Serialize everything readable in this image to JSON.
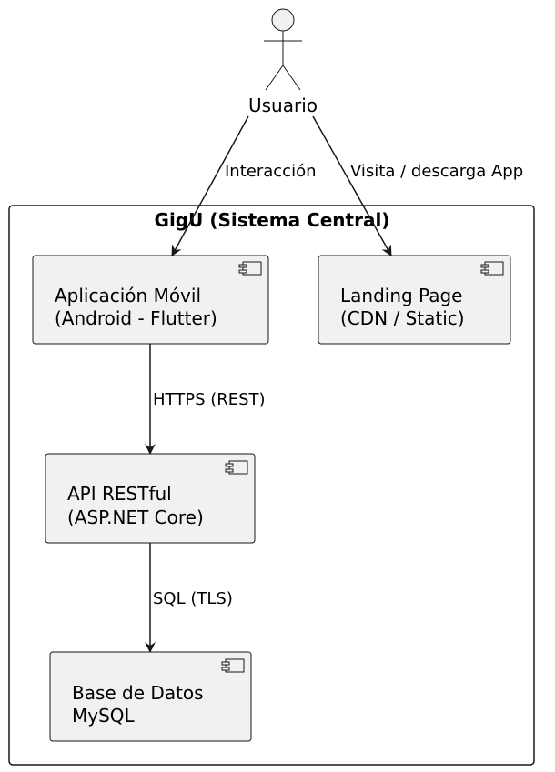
{
  "actor": {
    "label": "Usuario"
  },
  "system": {
    "title": "GigU (Sistema Central)"
  },
  "components": {
    "mobile": {
      "line1": "Aplicación Móvil",
      "line2": "(Android - Flutter)"
    },
    "landing": {
      "line1": "Landing Page",
      "line2": "(CDN / Static)"
    },
    "api": {
      "line1": "API RESTful",
      "line2": "(ASP.NET Core)"
    },
    "database": {
      "line1": "Base de Datos",
      "line2": "MySQL"
    }
  },
  "edges": {
    "user_to_mobile": "Interacción",
    "user_to_landing": "Visita / descarga App",
    "mobile_to_api": "HTTPS (REST)",
    "api_to_db": "SQL (TLS)"
  },
  "colors": {
    "node_fill": "#f1f1f1",
    "stroke": "#181818",
    "background": "#ffffff"
  }
}
